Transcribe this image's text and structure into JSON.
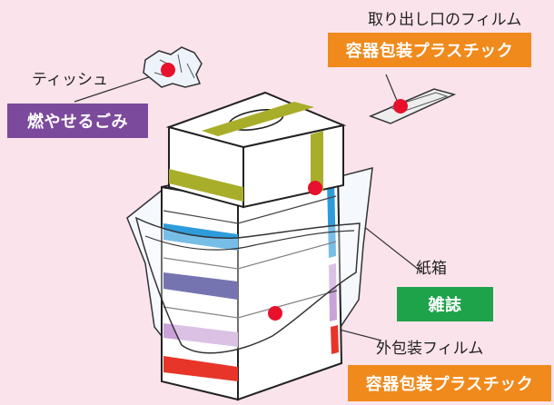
{
  "header": {
    "title_fragment": "る　消耗品ケース　　　　　　　取り出し口のフィルム"
  },
  "labels": {
    "film_opening": "取り出し口のフィルム",
    "film_opening_category": "容器包装プラスチック",
    "tissue": "ティッシュ",
    "tissue_category": "燃やせるごみ",
    "paper_box": "紙箱",
    "paper_box_category": "雑誌",
    "outer_film": "外包装フィルム",
    "outer_film_category": "容器包装プラスチック"
  },
  "colors": {
    "background": "#fbe3ec",
    "plastic_orange": "#f08a1c",
    "burnable_purple": "#7c4a9c",
    "magazine_green": "#1ea24a",
    "marker_red": "#e8112d"
  }
}
